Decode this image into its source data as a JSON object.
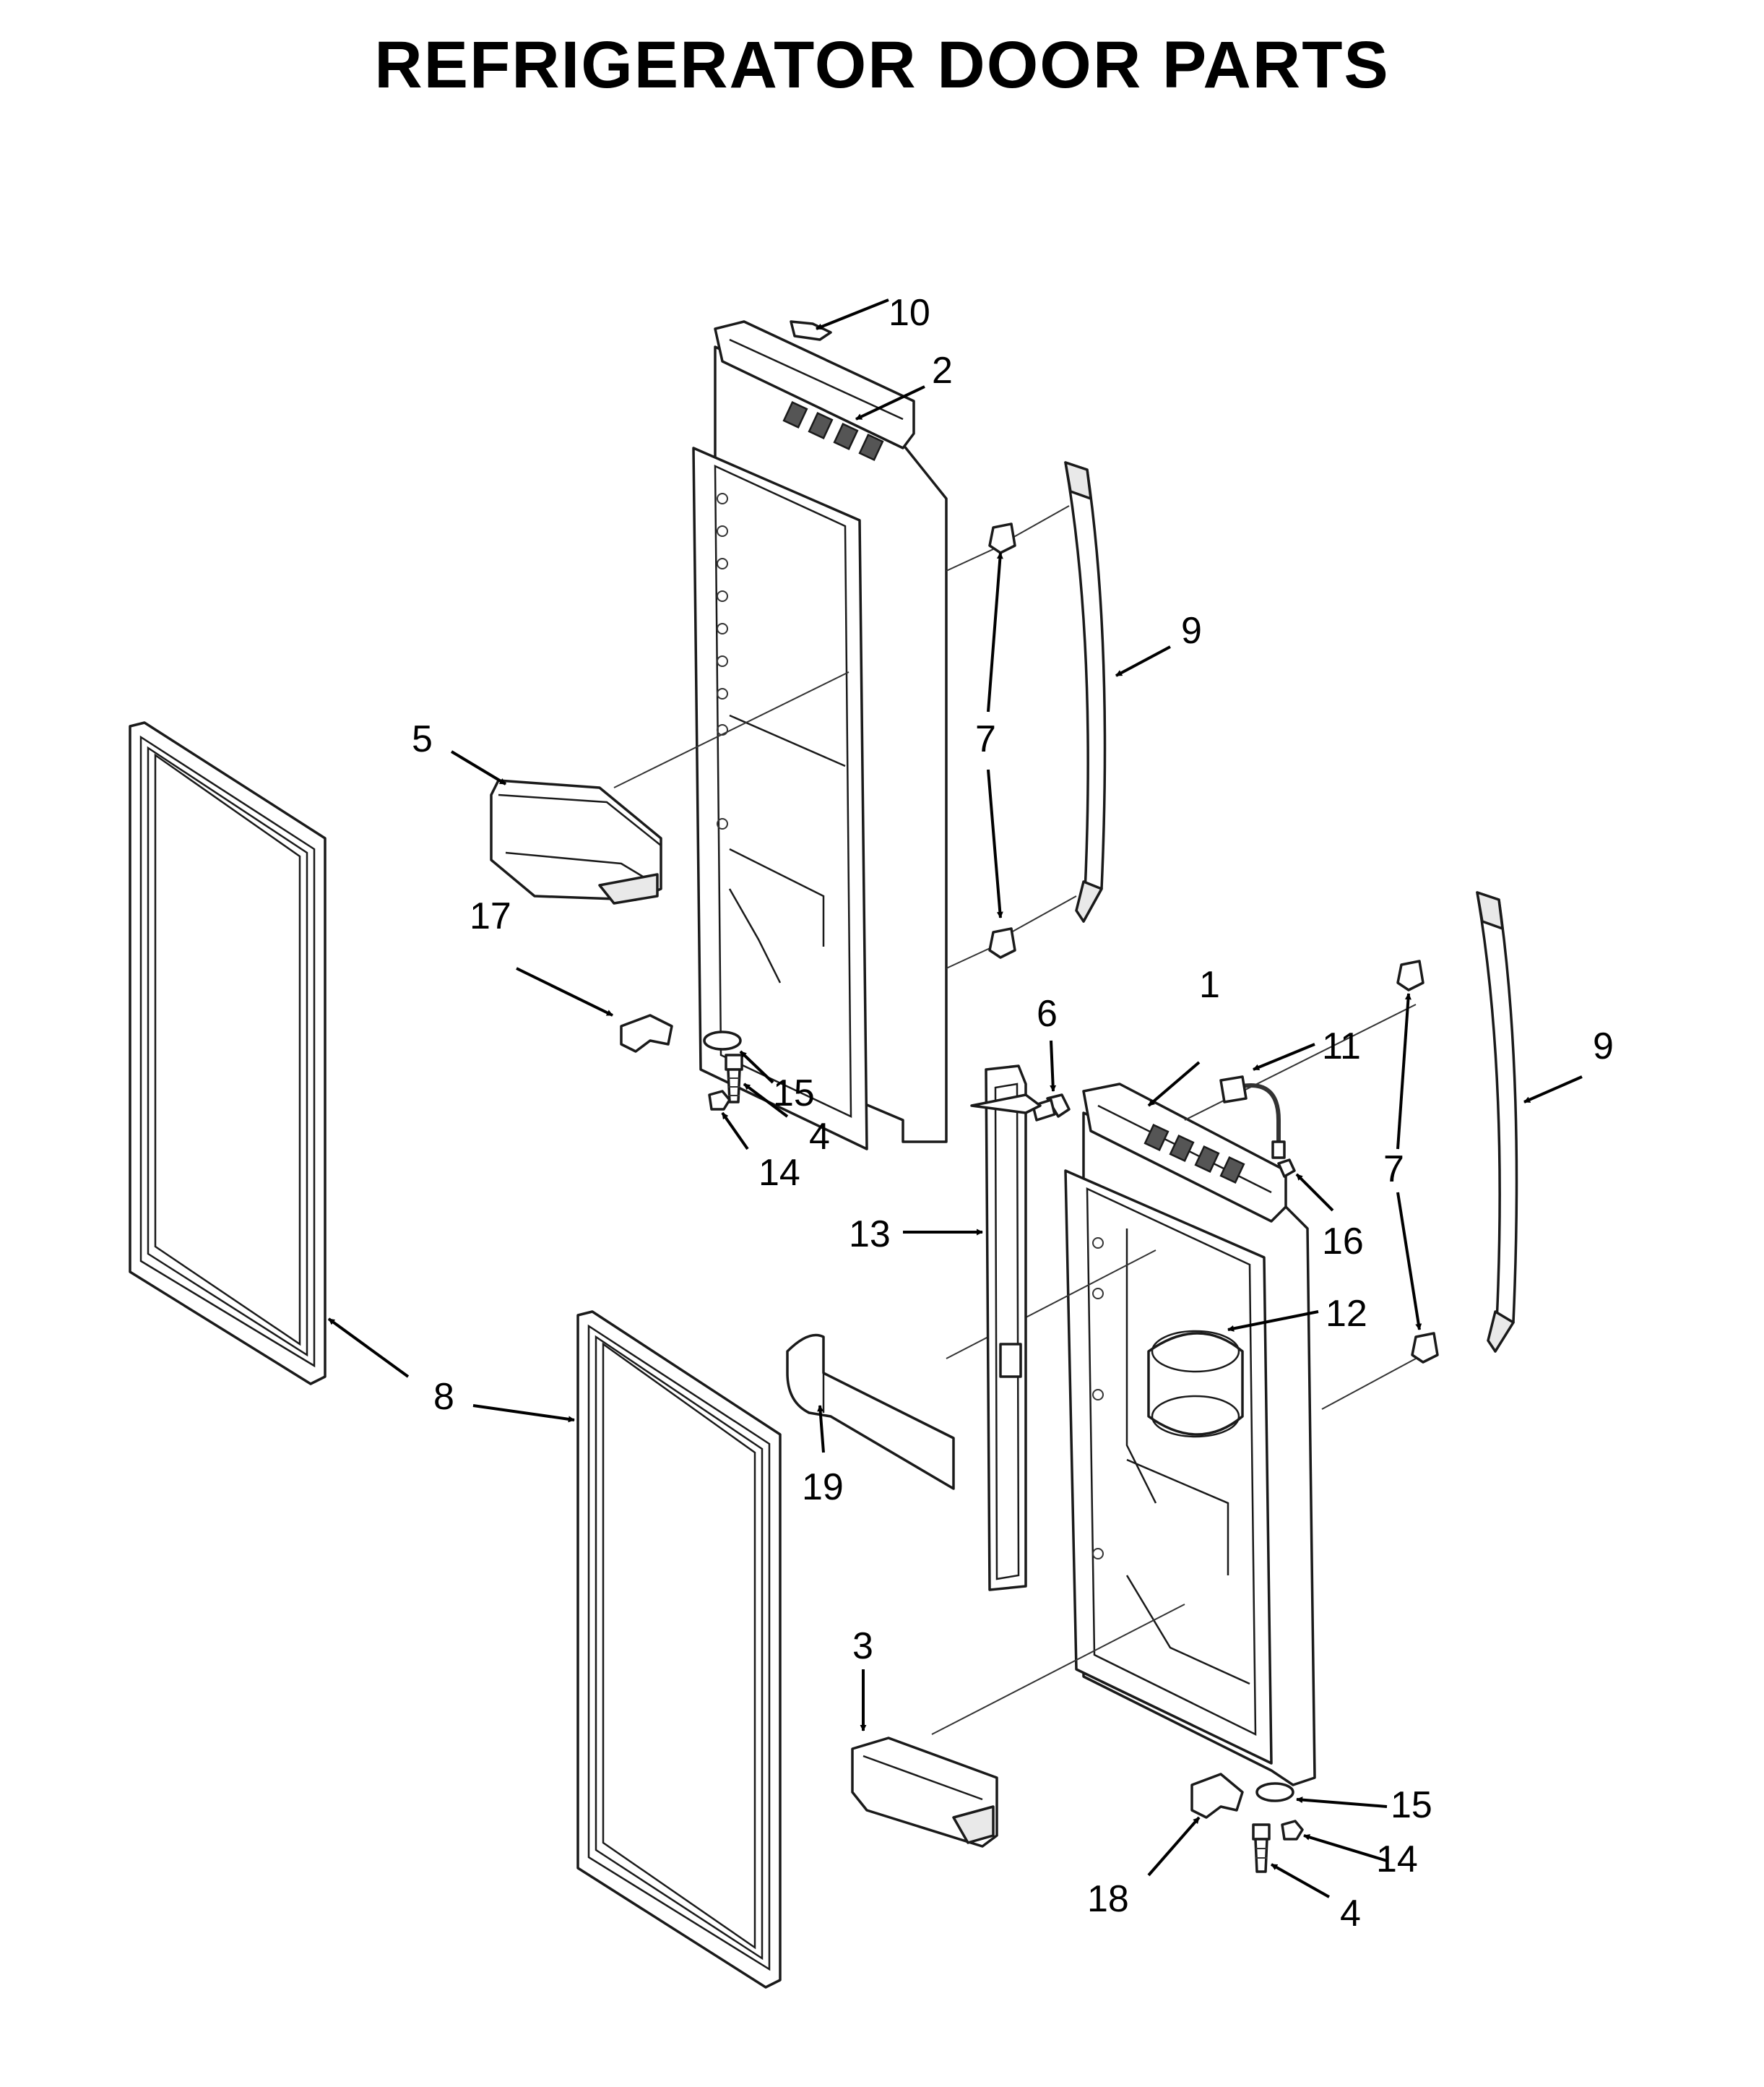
{
  "title": "REFRIGERATOR DOOR PARTS",
  "callouts": [
    {
      "id": "c10",
      "text": "10"
    },
    {
      "id": "c2",
      "text": "2"
    },
    {
      "id": "c9a",
      "text": "9"
    },
    {
      "id": "c7a",
      "text": "7"
    },
    {
      "id": "c5",
      "text": "5"
    },
    {
      "id": "c17",
      "text": "17"
    },
    {
      "id": "c15a",
      "text": "15"
    },
    {
      "id": "c4a",
      "text": "4"
    },
    {
      "id": "c14a",
      "text": "14"
    },
    {
      "id": "c6",
      "text": "6"
    },
    {
      "id": "c1",
      "text": "1"
    },
    {
      "id": "c11",
      "text": "11"
    },
    {
      "id": "c9b",
      "text": "9"
    },
    {
      "id": "c7b",
      "text": "7"
    },
    {
      "id": "c16",
      "text": "16"
    },
    {
      "id": "c13",
      "text": "13"
    },
    {
      "id": "c12",
      "text": "12"
    },
    {
      "id": "c8",
      "text": "8"
    },
    {
      "id": "c19",
      "text": "19"
    },
    {
      "id": "c3",
      "text": "3"
    },
    {
      "id": "c15b",
      "text": "15"
    },
    {
      "id": "c14b",
      "text": "14"
    },
    {
      "id": "c18",
      "text": "18"
    },
    {
      "id": "c4b",
      "text": "4"
    }
  ]
}
